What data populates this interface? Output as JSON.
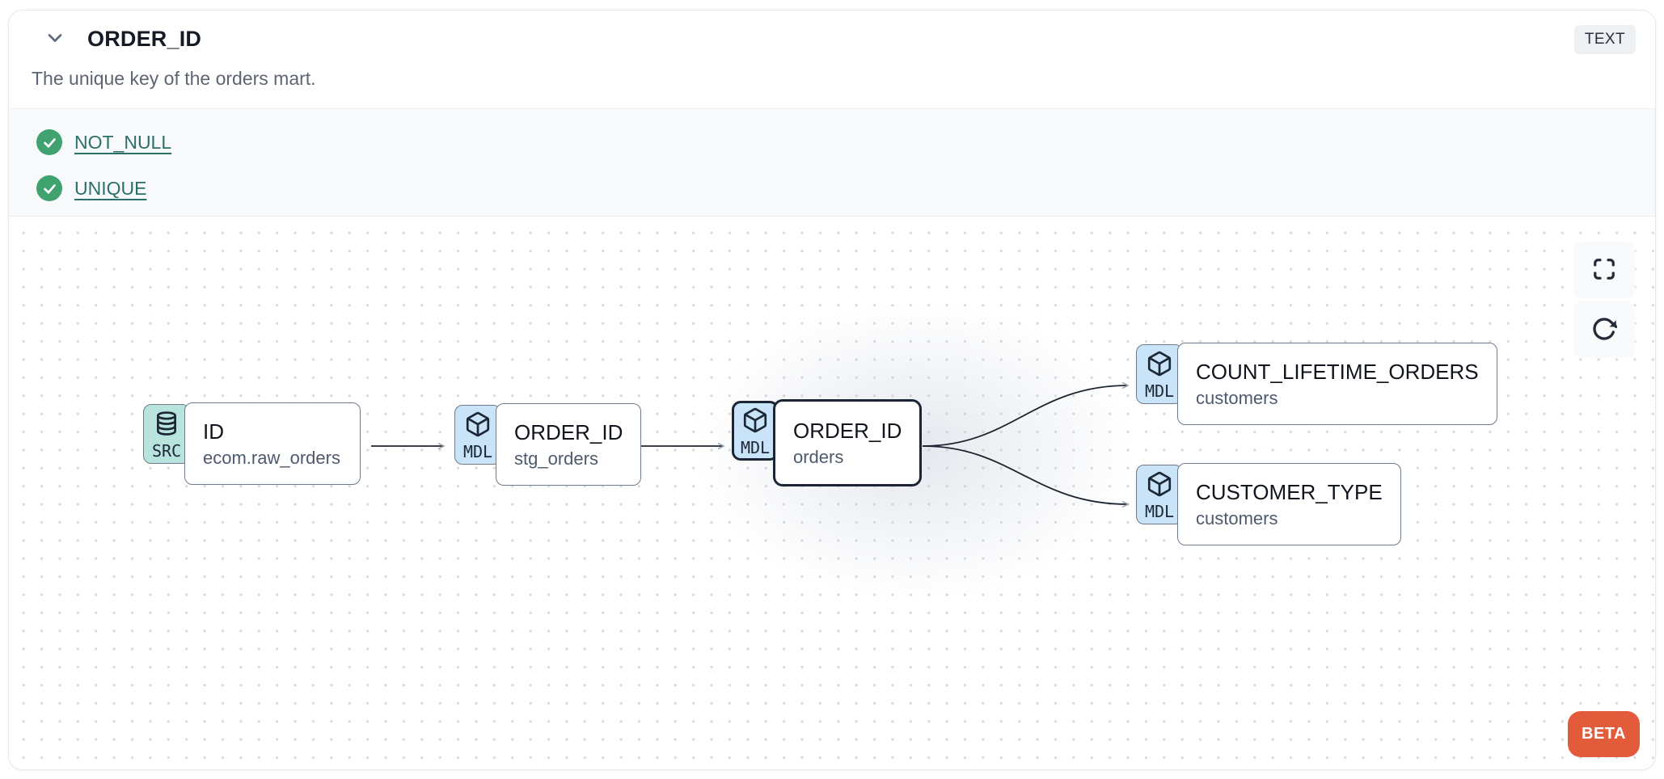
{
  "header": {
    "title": "ORDER_ID",
    "type_badge": "TEXT",
    "description": "The unique key of the orders mart."
  },
  "tests": [
    {
      "label": "NOT_NULL",
      "status": "pass"
    },
    {
      "label": "UNIQUE",
      "status": "pass"
    }
  ],
  "graph": {
    "nodes": [
      {
        "badge": "SRC",
        "icon": "database-icon",
        "title": "ID",
        "subtitle": "ecom.raw_orders",
        "selected": false
      },
      {
        "badge": "MDL",
        "icon": "cube-icon",
        "title": "ORDER_ID",
        "subtitle": "stg_orders",
        "selected": false
      },
      {
        "badge": "MDL",
        "icon": "cube-icon",
        "title": "ORDER_ID",
        "subtitle": "orders",
        "selected": true
      },
      {
        "badge": "MDL",
        "icon": "cube-icon",
        "title": "COUNT_LIFETIME_ORDERS",
        "subtitle": "customers",
        "selected": false
      },
      {
        "badge": "MDL",
        "icon": "cube-icon",
        "title": "CUSTOMER_TYPE",
        "subtitle": "customers",
        "selected": false
      }
    ],
    "edges": [
      {
        "from": 0,
        "to": 1
      },
      {
        "from": 1,
        "to": 2
      },
      {
        "from": 2,
        "to": 3
      },
      {
        "from": 2,
        "to": 4
      }
    ]
  },
  "controls": {
    "fullscreen_icon": "fullscreen-icon",
    "refresh_icon": "refresh-icon"
  },
  "beta_label": "BETA",
  "icons": {
    "collapse": "chevron-down-icon",
    "test_pass": "check-circle-icon",
    "source": "database-icon",
    "model": "cube-icon"
  },
  "colors": {
    "src_badge_bg": "#b9e3dd",
    "mdl_badge_bg": "#c9e4f8",
    "test_pass_green": "#3fa26f",
    "test_link_teal": "#2b6f68",
    "beta_orange": "#e25c3b",
    "selected_border": "#1c2534",
    "node_border": "#6e7b8c",
    "badge_bg_gray": "#eef1f4"
  }
}
